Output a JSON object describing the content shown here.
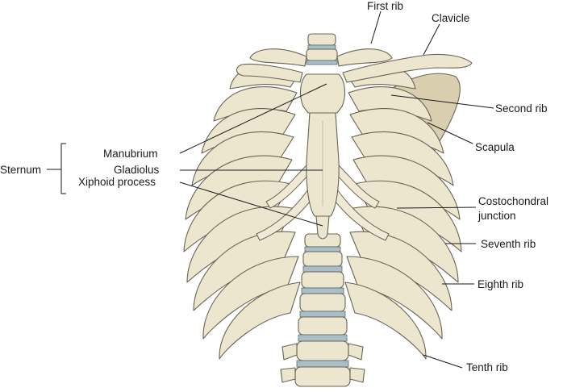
{
  "labels": {
    "first_rib": "First rib",
    "clavicle": "Clavicle",
    "second_rib": "Second rib",
    "scapula": "Scapula",
    "sternum": "Sternum",
    "manubrium": "Manubrium",
    "gladiolus": "Gladiolus",
    "xiphoid_process": "Xiphoid process",
    "costochondral_line1": "Costochondral",
    "costochondral_line2": "junction",
    "seventh_rib": "Seventh rib",
    "eighth_rib": "Eighth rib",
    "tenth_rib": "Tenth rib"
  },
  "colors": {
    "bone": "#ece6cf",
    "bone_outline": "#6b6253",
    "intervertebral_disc": "#a9bfc8",
    "label_text": "#1a1a1a"
  }
}
